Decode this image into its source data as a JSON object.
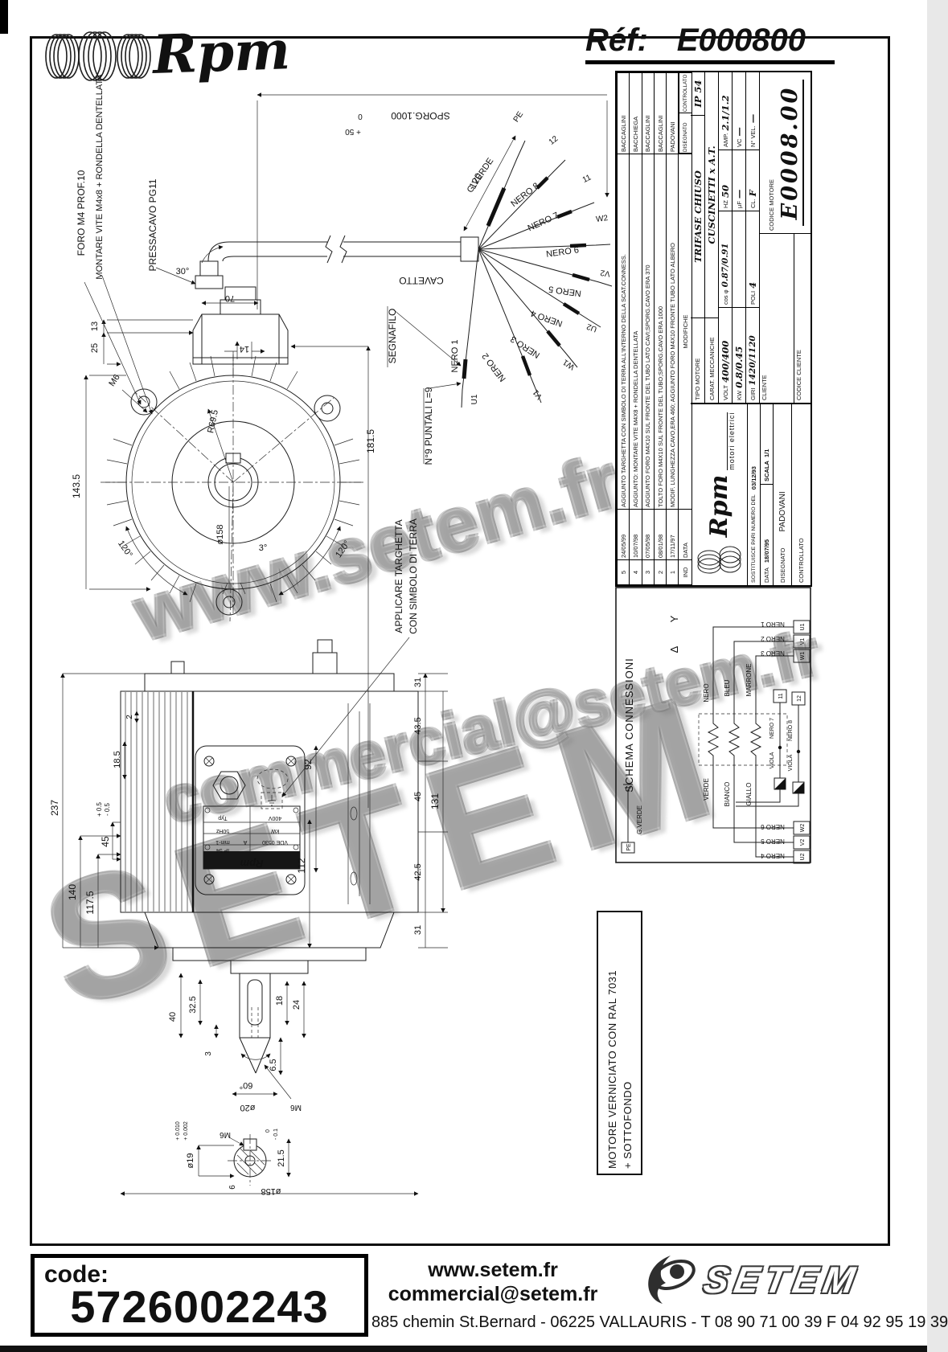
{
  "header": {
    "brand": "Rpm",
    "ref_label": "Réf:",
    "ref_value": "E000800"
  },
  "watermarks": {
    "site": "www.setem.fr",
    "name": "SETEM",
    "email": "commercial@setem.fr"
  },
  "notes": {
    "foro": "FORO M4 PROF.10",
    "montare": "MONTARE VITE M4x8 + RONDELLA DENTELLATA",
    "pressacavo": "PRESSACAVO PG11",
    "segnafilo": "SEGNAFILO",
    "puntali": "N°9 PUNTALI L=9",
    "applicare1": "APPLICARE TARGHETTA",
    "applicare2": "CON SIMBOLO DI TERRA",
    "cavetto": "CAVETTO"
  },
  "dims": {
    "sporg": "SPORG.1000",
    "sporg_p": "+ 50",
    "sporg_0": "0",
    "d120": "120",
    "d70": "70",
    "a30": "30°",
    "d13": "13",
    "d25": "25",
    "d14": "14",
    "d143": "143.5",
    "d181": "181.5",
    "r69": "R69.5",
    "m6": "M6",
    "dia158": "ø158",
    "a3": "3°",
    "a120l": "120°",
    "a120r": "120°",
    "d237": "237",
    "d140": "140",
    "d117": "117.5",
    "d45": "45",
    "t45p": "+ 0.5",
    "t45m": "- 0.5",
    "d18_5": "18.5",
    "d2": "2",
    "d92": "92",
    "d112": "112",
    "d31t": "31",
    "d43": "43.5",
    "d45r": "45",
    "d42": "42.5",
    "d131": "131",
    "d31b": "31",
    "d40": "40",
    "d32": "32.5",
    "d3": "3",
    "d18": "18",
    "d24": "24",
    "d6_5": "6.5",
    "a60": "60°",
    "dia20": "ø20",
    "m6b": "M6",
    "dia19": "ø19",
    "t19a": "+ 0.010",
    "t19b": "+ 0.002",
    "m6c": "M6",
    "t0": "0",
    "t01": "- 0.1",
    "d21": "21.5",
    "d6": "6",
    "dia158b": "ø158"
  },
  "wires": {
    "gverde": "G.VERDE",
    "n8": "NERO 8",
    "n7": "NERO 7",
    "n6": "NERO 6",
    "n5": "NERO 5",
    "n4": "NERO 4",
    "n3": "NERO 3",
    "n2": "NERO 2",
    "n1": "NERO 1",
    "pe": "PE",
    "t12": "12",
    "t11": "11",
    "w2": "W2",
    "v2": "V2",
    "u2": "U2",
    "w1": "W1",
    "v1": "V1",
    "u1": "U1"
  },
  "nameplate": {
    "brand": "Rpm",
    "t1": "Typ",
    "t2": "400V",
    "t3": "50Hz",
    "t4": "kW",
    "t5": "min-1",
    "t6": "VDE 0530",
    "t7": "IP 54",
    "t8": "A"
  },
  "schema": {
    "title": "SCHEMA CONNESSIONI",
    "delta": "Δ",
    "wye": "Y",
    "viola": "VIOLA",
    "top1": "NERO",
    "top2": "BLEU",
    "top3": "MARRONE",
    "bot1": "VERDE",
    "bot2": "BIANCO",
    "bot3": "GIALLO",
    "gverde": "G.VERDE",
    "pe": "PE"
  },
  "title_block": {
    "revisions": [
      {
        "ind": "5",
        "date": "24/05/99",
        "desc": "AGGIUNTO TARGHETTA CON SIMBOLO DI TERRA ALL'INTERNO DELLA SCAT.CONNESS.",
        "by": "BACCAGLINI"
      },
      {
        "ind": "4",
        "date": "10/07/98",
        "desc": "AGGIUNTO: MONTARE VITE M4X8 + RONDELLA DENTELLATA",
        "by": "BACCHIEGA"
      },
      {
        "ind": "3",
        "date": "07/05/98",
        "desc": "AGGIUNTO FORO M4X10 SUL FRONTE DEL TUBO LATO CAVI;SPORG.CAVO ERA 370",
        "by": "BACCAGLINI"
      },
      {
        "ind": "2",
        "date": "08/01/98",
        "desc": "TOLTO FORO M4X10 SUL FRONTE DEL TUBO;SPORG.CAVO ERA 1000",
        "by": "BACCAGLINI"
      },
      {
        "ind": "1",
        "date": "17/11/97",
        "desc": "MODIF. LUNGHEZZA CAVO,ERA 460; AGGIUNTO FORO M4X10 FRONTE TUBO LATO ALBERO",
        "by": "PADOVANI"
      }
    ],
    "rev_header": {
      "ind": "IND",
      "date": "DATA",
      "mod": "MODIFICHE",
      "des": "DISEGNATO",
      "con": "CONTROLLATO"
    },
    "logo": "Rpm",
    "logo_sub": "motori elettrici",
    "sostituisce": "SOSTITUISCE PARI NUMERO DEL",
    "sost_date": "03/12/93",
    "data_label": "DATA",
    "data_value": "18/07/95",
    "scala_label": "SCALA",
    "scala_value": "1/1",
    "disegnato_label": "DISEGNATO",
    "disegnato_value": "PADOVANI",
    "controllato_label": "CONTROLLATO",
    "tipo_label": "TIPO MOTORE",
    "tipo_value": "TRIFASE CHIUSO",
    "ip": "IP 54",
    "carat_label": "CARAT. MECCANICHE",
    "carat_value": "CUSCINETTI x A.T.",
    "volt_label": "VOLT",
    "volt_value": "400/400",
    "cos_label": "cos φ",
    "cos_value": "0.87/0.91",
    "hz_label": "HZ",
    "hz_value": "50",
    "amp_label": "AMP.",
    "amp_value": "2.1/1.2",
    "kw_label": "KW",
    "kw_value": "0.8/0.45",
    "uf_label": "µF",
    "uf_value": "—",
    "vc_label": "VC",
    "vc_value": "—",
    "giri_label": "GIRI",
    "giri_value": "1420/1120",
    "poli_label": "POLI",
    "poli_value": "4",
    "cl_label": "CL.",
    "cl_value": "F",
    "nvel_label": "N° VEL.",
    "nvel_value": "—",
    "cliente_label": "CLIENTE",
    "codice_cliente_label": "CODICE CLIENTE",
    "codice_motore_label": "CODICE MOTORE",
    "codice_motore_value": "E0008.00"
  },
  "paint": {
    "line1": "MOTORE VERNICIATO CON RAL 7031",
    "line2": "+ SOTTOFONDO"
  },
  "footer": {
    "code_label": "code:",
    "code_value": "5726002243",
    "site": "www.setem.fr",
    "email": "commercial@setem.fr",
    "address": "885 chemin St.Bernard  -  06225 VALLAURIS  -  T 08 90 71 00 39   F 04 92 95 19 39",
    "logo": "SETEM"
  }
}
